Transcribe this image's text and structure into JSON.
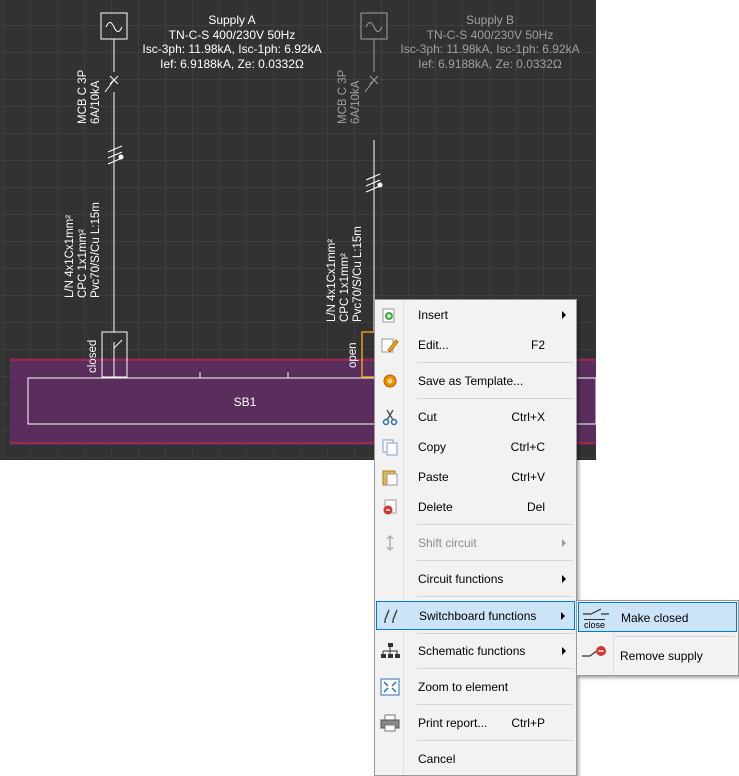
{
  "supply_a": {
    "name": "Supply A",
    "system": "TN-C-S 400/230V 50Hz",
    "isc": "Isc-3ph: 11.98kA, Isc-1ph: 6.92kA",
    "ief": "Ief: 6.9188kA, Ze: 0.0332Ω",
    "mcb": "MCB C 3P",
    "mcb_rating": "6A/10kA",
    "cable_1": "L/N 4x1Cx1mm²",
    "cable_2": "CPC 1x1mm²",
    "cable_3": "Pvc70/S/Cu L:15m",
    "switch_state": "closed"
  },
  "supply_b": {
    "name": "Supply B",
    "system": "TN-C-S 400/230V 50Hz",
    "isc": "Isc-3ph: 11.98kA, Isc-1ph: 6.92kA",
    "ief": "Ief: 6.9188kA, Ze: 0.0332Ω",
    "mcb": "MCB C 3P",
    "mcb_rating": "6A/10kA",
    "cable_1": "L/N 4x1Cx1mm²",
    "cable_2": "CPC 1x1mm²",
    "cable_3": "Pvc70/S/Cu L:15m",
    "switch_state": "open"
  },
  "switchboard": {
    "label": "SB1"
  },
  "context_menu": {
    "insert": "Insert",
    "edit": "Edit...",
    "edit_shortcut": "F2",
    "save_template": "Save as Template...",
    "cut": "Cut",
    "cut_shortcut": "Ctrl+X",
    "copy": "Copy",
    "copy_shortcut": "Ctrl+C",
    "paste": "Paste",
    "paste_shortcut": "Ctrl+V",
    "delete": "Delete",
    "delete_shortcut": "Del",
    "shift_circuit": "Shift circuit",
    "circuit_functions": "Circuit functions",
    "switchboard_functions": "Switchboard functions",
    "schematic_functions": "Schematic functions",
    "zoom_to_element": "Zoom to element",
    "print_report": "Print report...",
    "print_shortcut": "Ctrl+P",
    "cancel": "Cancel"
  },
  "submenu": {
    "make_closed": "Make closed",
    "make_closed_icon_text": "close",
    "remove_supply": "Remove supply"
  },
  "colors": {
    "canvas_bg": "#323232",
    "grid": "#4a4a4a",
    "highlight_bg": "#cce4f7",
    "highlight_border": "#0078d7",
    "busbar_fill": "#5a2e5c",
    "selection": "#e8a020"
  }
}
